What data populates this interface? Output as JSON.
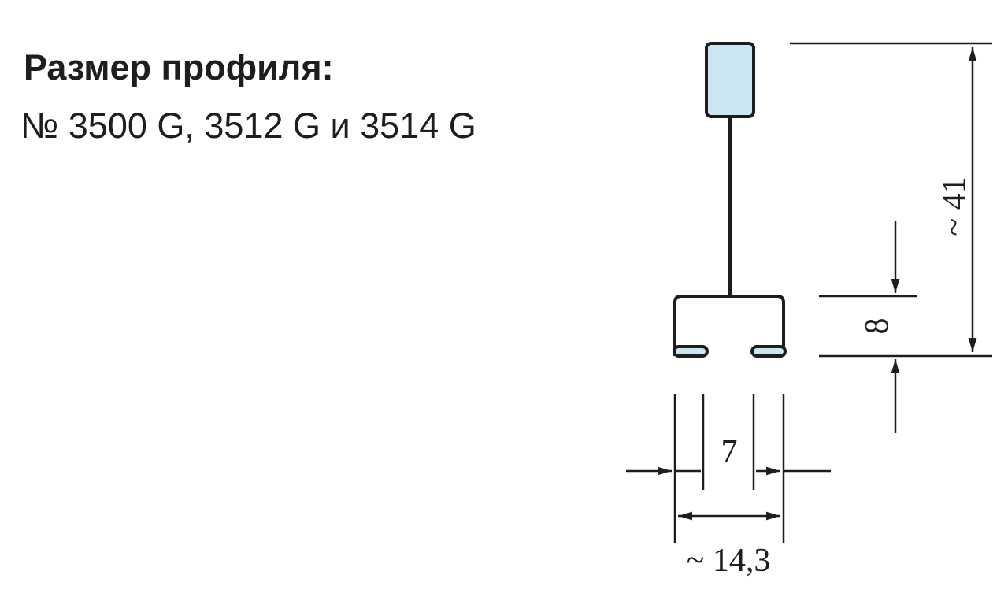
{
  "title": "Размер профиля:",
  "subtitle": "№ 3500 G, 3512 G и 3514 G",
  "dimensions": {
    "overall_height": "~ 41",
    "profile_height": "8",
    "slot_width": "7",
    "overall_width": "~ 14,3"
  },
  "colors": {
    "line": "#1e1e1e",
    "fill": "#c9e6f1"
  }
}
